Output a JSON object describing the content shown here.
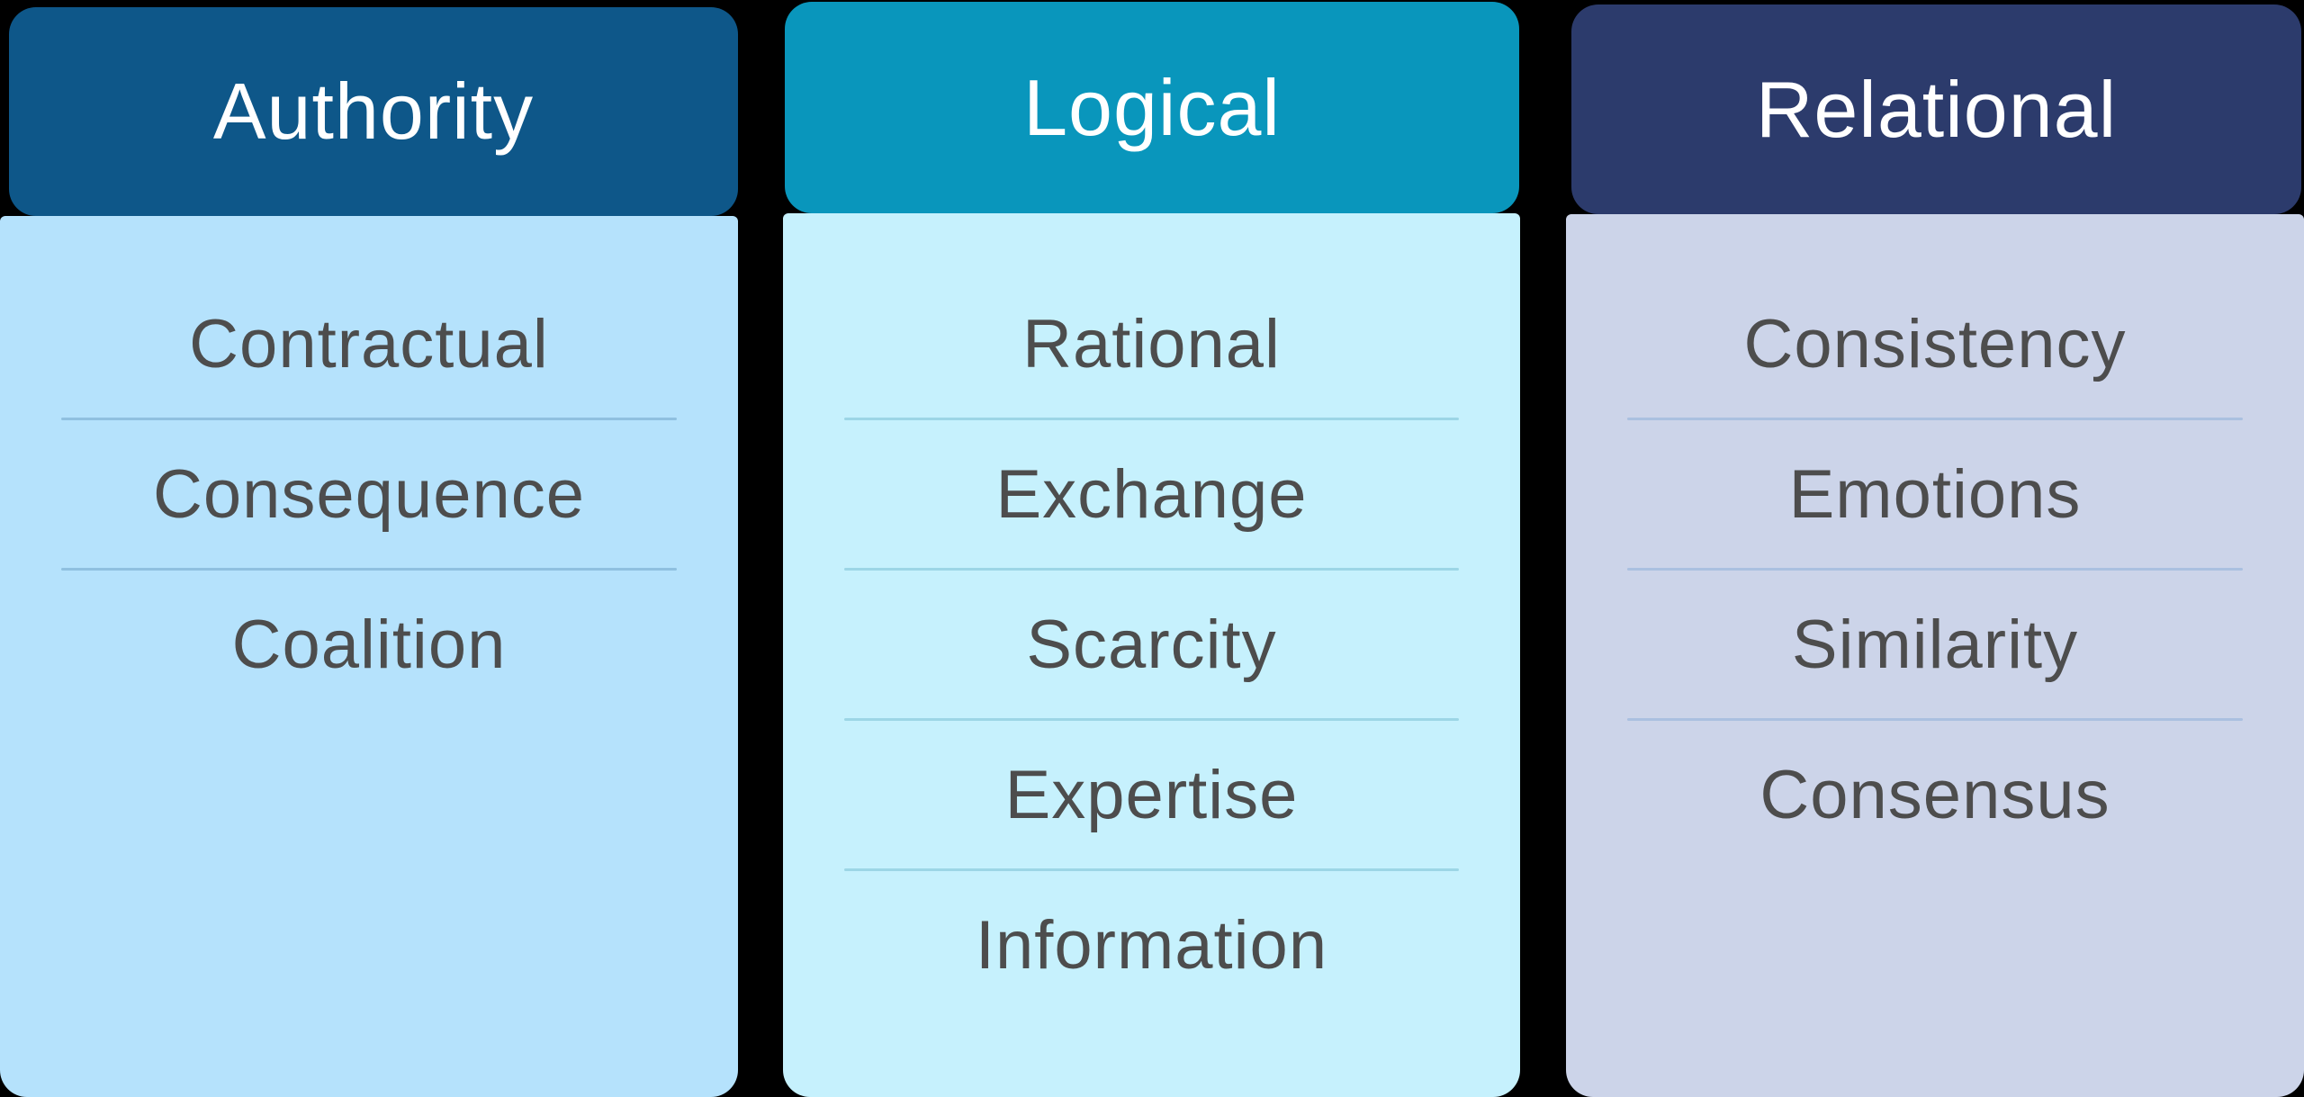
{
  "background_color": "#000000",
  "text_color": "#4D4D4D",
  "header_text_color": "#FFFFFF",
  "columns": [
    {
      "title": "Authority",
      "header_color": "#0E5789",
      "body_color": "#B5E2FC",
      "divider_color": "#8FC0E0",
      "items": [
        "Contractual",
        "Consequence",
        "Coalition"
      ]
    },
    {
      "title": "Logical",
      "header_color": "#0996BC",
      "body_color": "#C6F1FD",
      "divider_color": "#9CD6E6",
      "items": [
        "Rational",
        "Exchange",
        "Scarcity",
        "Expertise",
        "Information"
      ]
    },
    {
      "title": "Relational",
      "header_color": "#2C3B6C",
      "body_color": "#CCD4E9",
      "divider_color": "#AAC0E0",
      "items": [
        "Consistency",
        "Emotions",
        "Similarity",
        "Consensus"
      ]
    }
  ]
}
